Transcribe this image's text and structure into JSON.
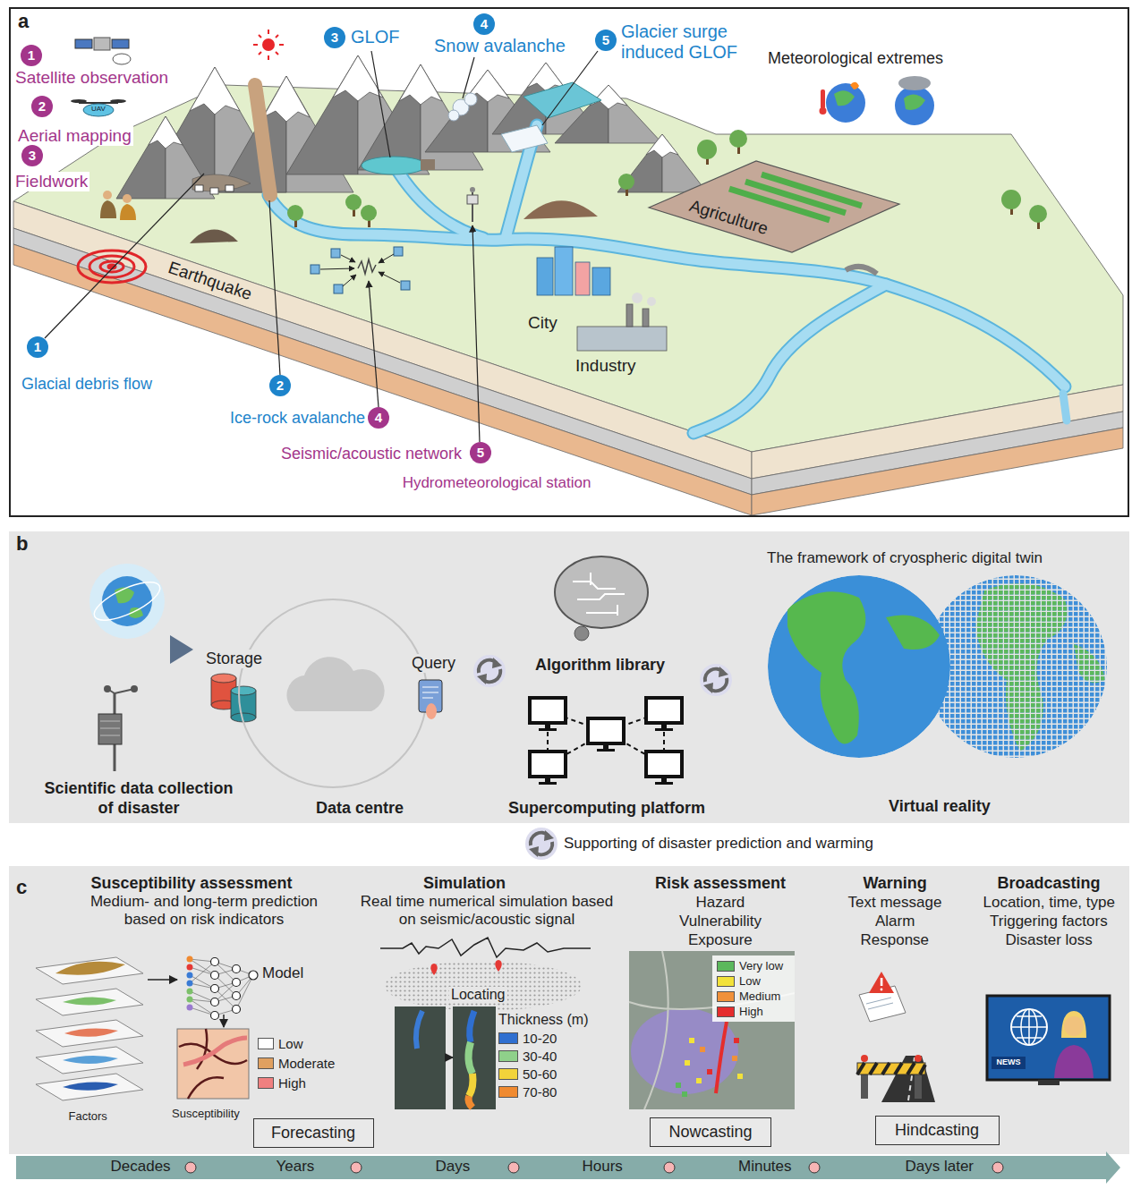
{
  "diagram": {
    "nodes": [
      {
        "text": [
          "a"
        ]
      },
      {
        "text": [
          "b"
        ]
      },
      {
        "text": [
          "c"
        ]
      },
      {
        "text": [
          "Forecasting"
        ],
        "in": 2
      },
      {
        "text": [
          "Nowcasting"
        ],
        "in": 2
      },
      {
        "text": [
          "Hindcasting"
        ],
        "in": 2
      }
    ],
    "labels": [
      "1",
      "Satellite observation",
      "2",
      "Aerial mapping",
      "UAV",
      "3",
      "Fieldwork",
      "3",
      "GLOF",
      "4",
      "Snow avalanche",
      "5",
      "Glacier surge induced GLOF",
      "Meteorological extremes",
      "Agriculture",
      "Earthquake",
      "City",
      "Industry",
      "1",
      "Glacial debris flow",
      "2",
      "Ice-rock avalanche",
      "4",
      "Seismic/acoustic network",
      "5",
      "Hydrometeorological station",
      "Storage",
      "Query",
      "Algorithm library",
      "The framework of cryospheric digital twin",
      "Scientific data collection of disaster",
      "Data centre",
      "Supercomputing platform",
      "Virtual reality",
      "Supporting of disaster prediction and warming",
      "Susceptibility assessment",
      "Medium- and long-term prediction based on risk indicators",
      "Simulation",
      "Real time numerical simulation based on seismic/acoustic signal",
      "Risk assessment",
      "Hazard",
      "Vulnerability",
      "Exposure",
      "Warning",
      "Text message",
      "Alarm",
      "Response",
      "Broadcasting",
      "Location, time, type",
      "Triggering factors",
      "Disaster loss",
      "Model",
      "Factors",
      "Susceptibility",
      "Locating",
      "Thickness (m)",
      "NEWS",
      "Decades",
      "Years",
      "Days",
      "Hours",
      "Minutes",
      "Days later"
    ],
    "legend": [
      {
        "text": "Low",
        "color": "#ffffff"
      },
      {
        "text": "Moderate",
        "color": "#e0a060"
      },
      {
        "text": "High",
        "color": "#f08080"
      },
      {
        "text": "10-20",
        "color": "#2f6fd0"
      },
      {
        "text": "30-40",
        "color": "#8fd08a"
      },
      {
        "text": "50-60",
        "color": "#f2d33a"
      },
      {
        "text": "70-80",
        "color": "#f08a30"
      },
      {
        "text": "Very low",
        "color": "#5cb85c"
      },
      {
        "text": "Low",
        "color": "#f2e23a"
      },
      {
        "text": "Medium",
        "color": "#f0913a"
      },
      {
        "text": "High",
        "color": "#e52d2d"
      }
    ]
  }
}
